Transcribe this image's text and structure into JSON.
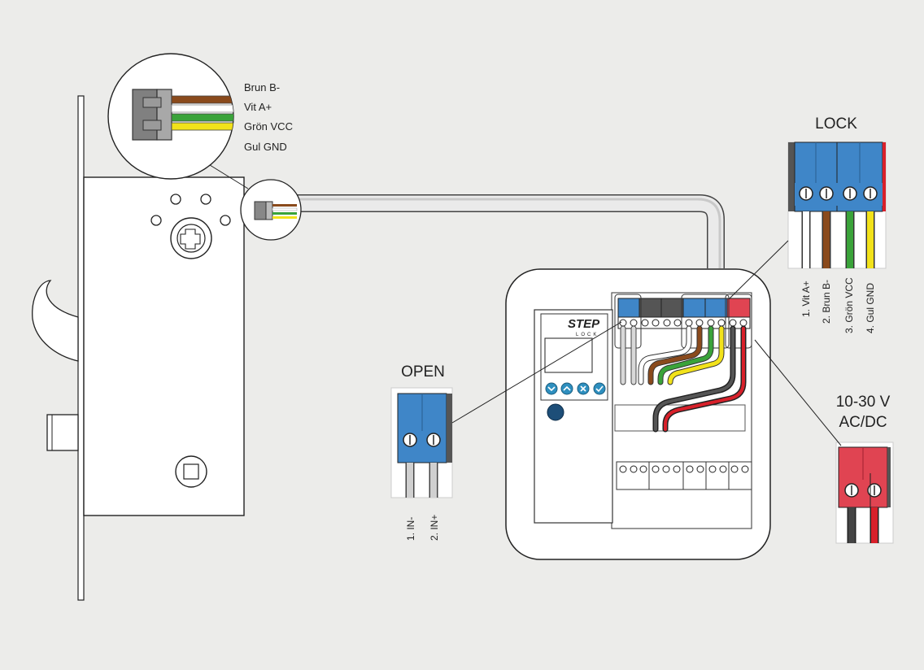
{
  "wire_colors": {
    "brown": "#8a4a1c",
    "white": "#ffffff",
    "green": "#3aa33a",
    "yellow": "#f2e21a",
    "black": "#333333",
    "red": "#d8202a",
    "terminal_blue": "#3f86c8",
    "terminal_red": "#e04452",
    "terminal_gray": "#555555"
  },
  "connector_legend": [
    "Brun B-",
    "Vit A+",
    "Grön VCC",
    "Gul GND"
  ],
  "lock_section": {
    "title": "LOCK",
    "pins": [
      "1. Vit A+",
      "2. Brun B-",
      "3. Grön VCC",
      "4. Gul GND"
    ]
  },
  "open_section": {
    "title": "OPEN",
    "pins": [
      "1. IN-",
      "2. IN+"
    ]
  },
  "power_section": {
    "title_line1": "10-30 V",
    "title_line2": "AC/DC"
  },
  "controller": {
    "brand_main": "STEP",
    "brand_sub": "LOCK",
    "keypad_icons": [
      "down-chevron-icon",
      "up-chevron-icon",
      "cancel-x-icon",
      "confirm-check-icon"
    ]
  }
}
